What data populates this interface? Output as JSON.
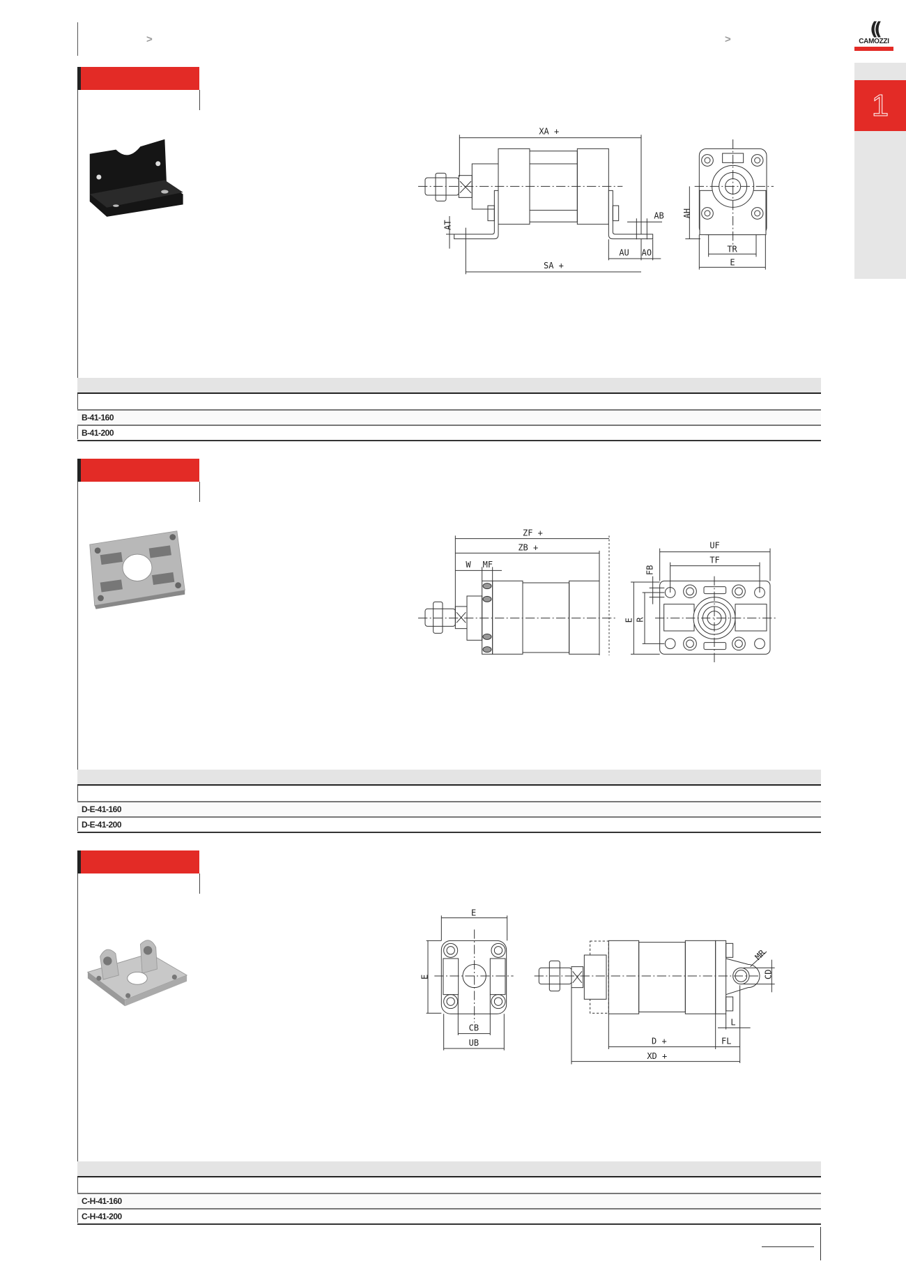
{
  "header": {
    "breadcrumb_separators": [
      ">",
      ">"
    ],
    "logo_text": "CAMOZZI",
    "section_tab": "1"
  },
  "colors": {
    "accent": "#e32b26",
    "table_header": "#e4e4e4",
    "side_tab": "#e6e6e6"
  },
  "sections": [
    {
      "photo": "l-foot-bracket-black",
      "drawing_labels": {
        "xa": "XA +",
        "sa": "SA +",
        "at": "AT",
        "ab": "AB",
        "au": "AU",
        "ao": "AO",
        "ah": "AH",
        "tr": "TR",
        "e": "E"
      },
      "rows": [
        "B-41-160",
        "B-41-200"
      ]
    },
    {
      "photo": "flange-plate",
      "drawing_labels": {
        "zf": "ZF +",
        "zb": "ZB +",
        "w": "W",
        "mf": "MF",
        "fb": "FB",
        "uf": "UF",
        "tf": "TF",
        "e": "E",
        "r": "R"
      },
      "rows": [
        "D-E-41-160",
        "D-E-41-200"
      ]
    },
    {
      "photo": "rear-clevis",
      "drawing_labels": {
        "e_top": "E",
        "e_side": "E",
        "cb": "CB",
        "ub": "UB",
        "mr": "MR",
        "cd": "CD",
        "l": "L",
        "d": "D +",
        "fl": "FL",
        "xd": "XD +"
      },
      "rows": [
        "C-H-41-160",
        "C-H-41-200"
      ]
    }
  ]
}
